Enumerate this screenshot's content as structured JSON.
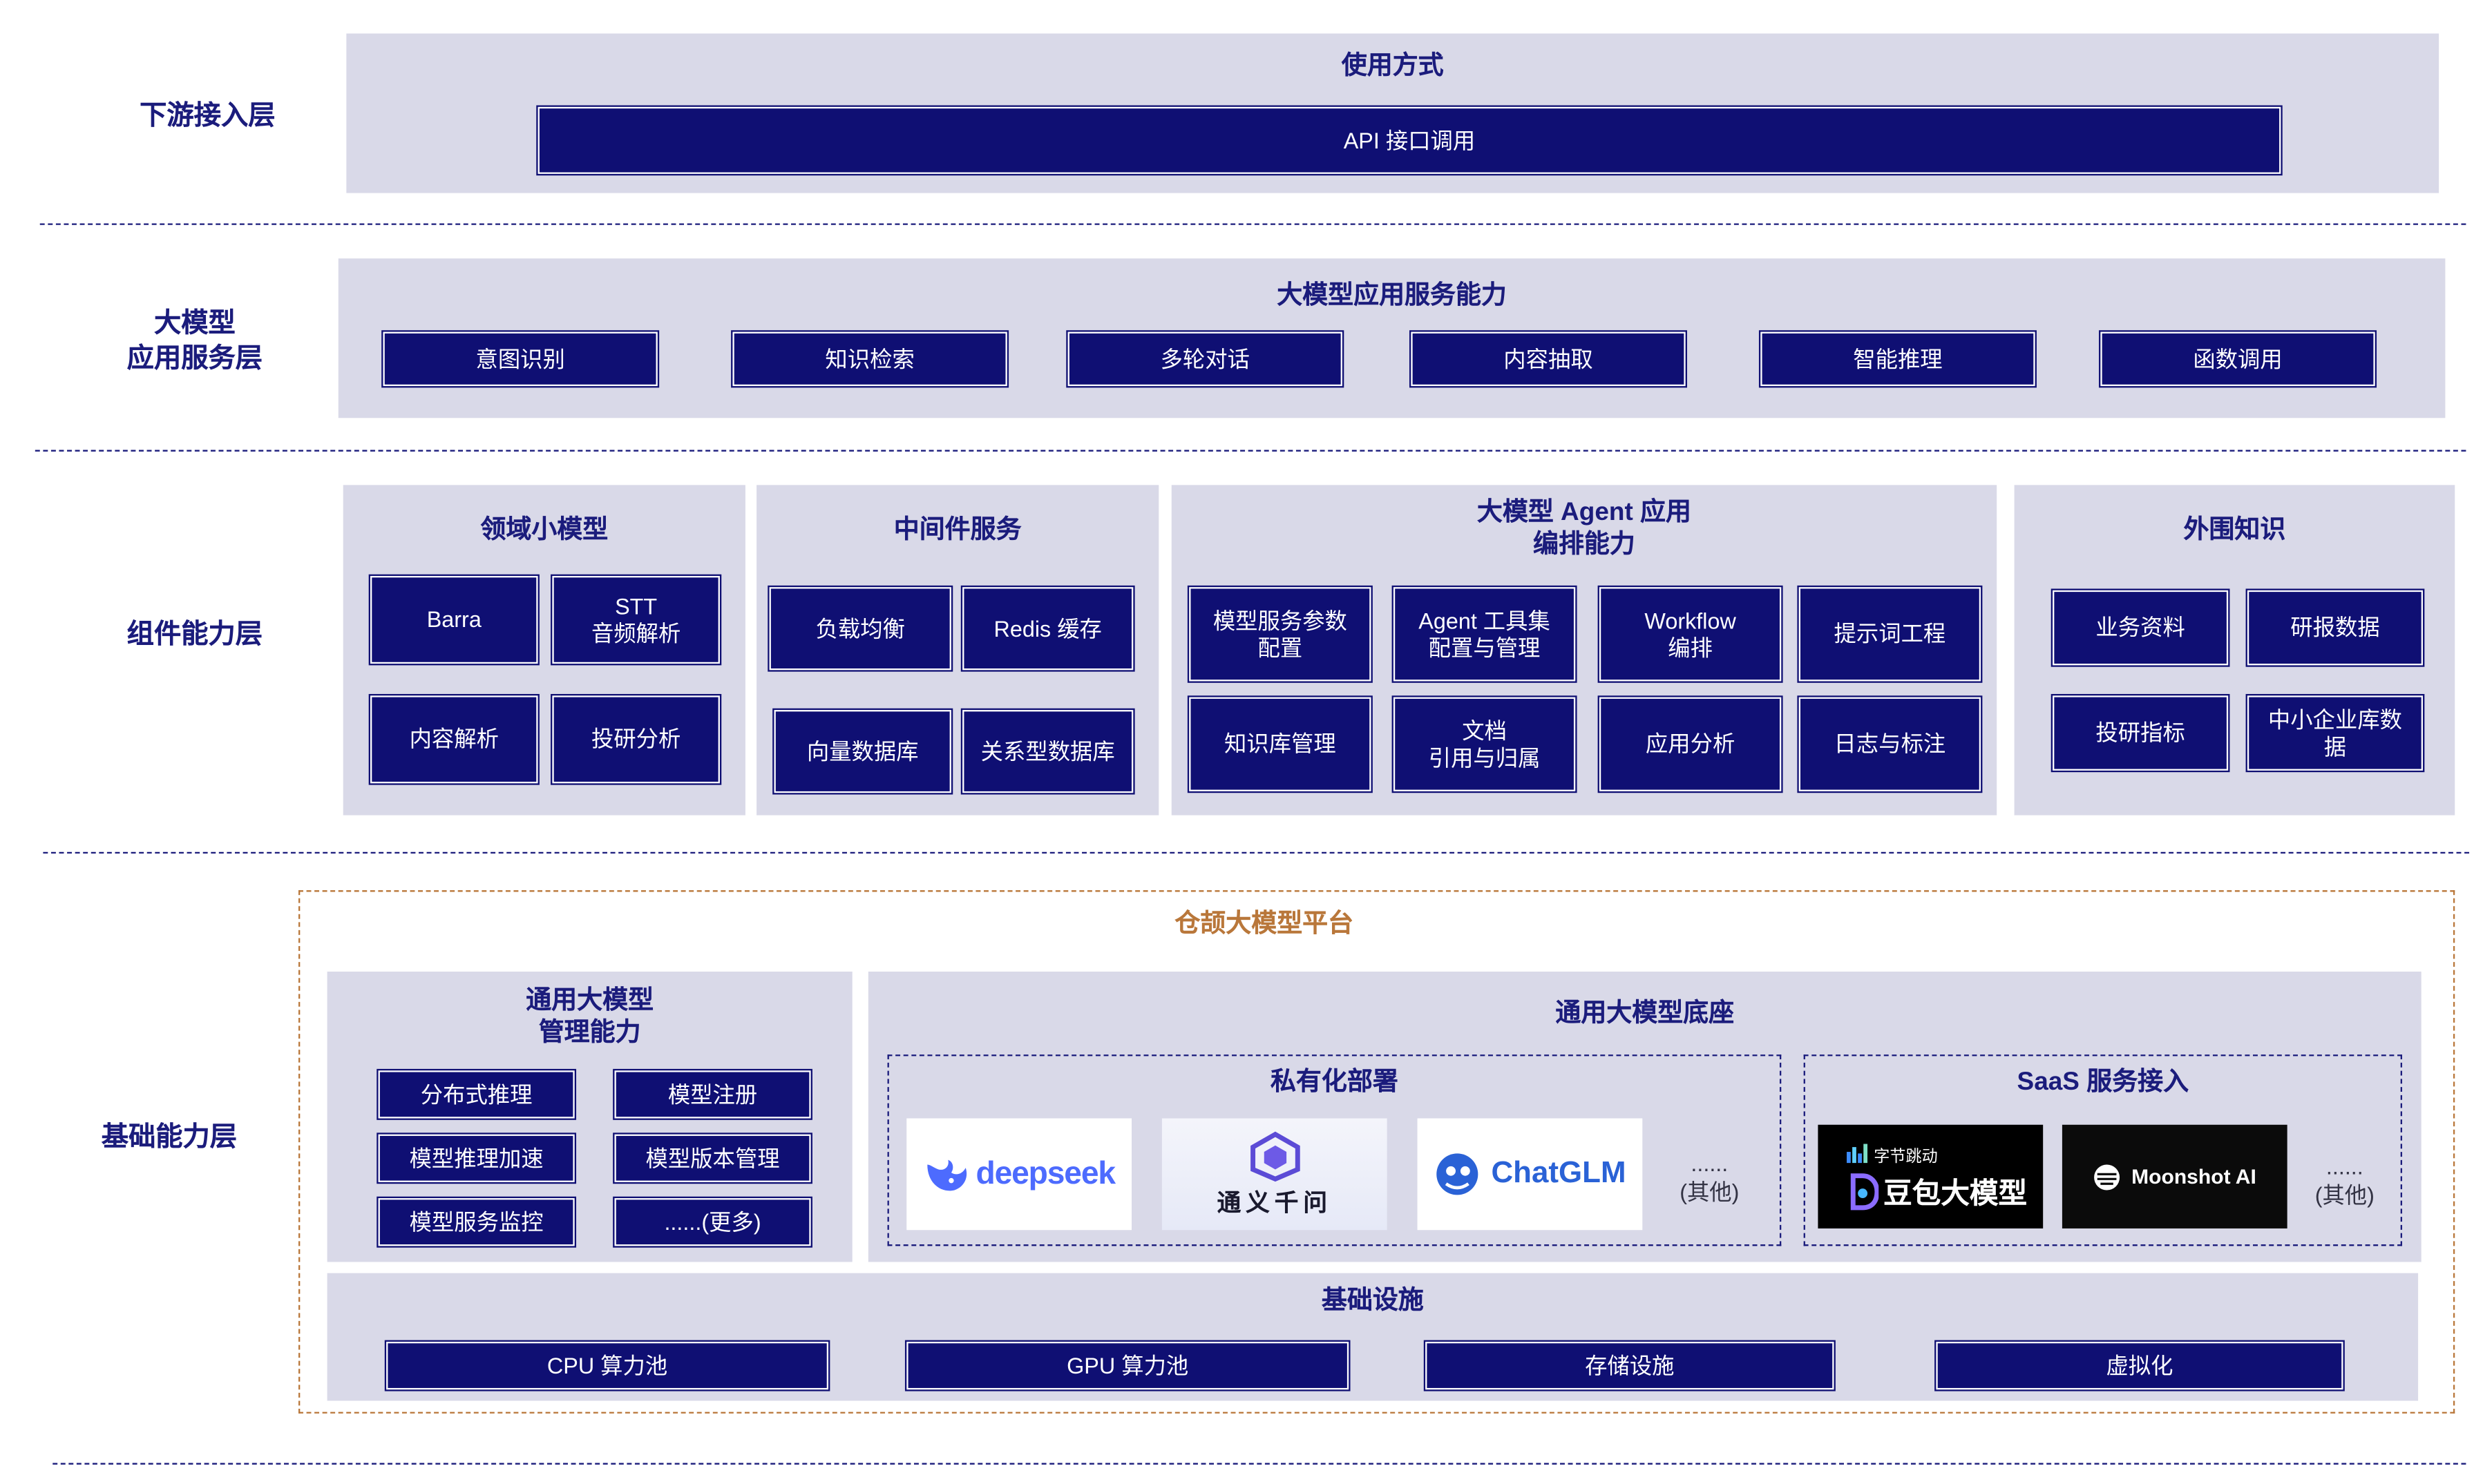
{
  "layers": {
    "downstream": "下游接入层",
    "app_service": "大模型\n应用服务层",
    "component": "组件能力层",
    "foundation": "基础能力层"
  },
  "usage": {
    "title": "使用方式",
    "api": "API 接口调用"
  },
  "app_service": {
    "title": "大模型应用服务能力",
    "items": [
      "意图识别",
      "知识检索",
      "多轮对话",
      "内容抽取",
      "智能推理",
      "函数调用"
    ]
  },
  "domain_models": {
    "title": "领域小模型",
    "items": [
      "Barra",
      "STT\n音频解析",
      "内容解析",
      "投研分析"
    ]
  },
  "middleware": {
    "title": "中间件服务",
    "items": [
      "负载均衡",
      "Redis 缓存",
      "向量数据库",
      "关系型数据库"
    ]
  },
  "agent": {
    "title": "大模型 Agent 应用\n编排能力",
    "items": [
      "模型服务参数\n配置",
      "Agent 工具集\n配置与管理",
      "Workflow\n编排",
      "提示词工程",
      "知识库管理",
      "文档\n引用与归属",
      "应用分析",
      "日志与标注"
    ]
  },
  "external": {
    "title": "外围知识",
    "items": [
      "业务资料",
      "研报数据",
      "投研指标",
      "中小企业库数\n据"
    ]
  },
  "platform": {
    "title": "仓颉大模型平台",
    "management": {
      "title": "通用大模型\n管理能力",
      "items": [
        "分布式推理",
        "模型注册",
        "模型推理加速",
        "模型版本管理",
        "模型服务监控",
        "......(更多)"
      ]
    },
    "base": {
      "title": "通用大模型底座",
      "private": {
        "title": "私有化部署",
        "logos": [
          "deepseek",
          "通义千问",
          "ChatGLM"
        ],
        "more": "......\n(其他)"
      },
      "saas": {
        "title": "SaaS 服务接入",
        "logos": [
          "字节跳动",
          "豆包大模型",
          "Moonshot AI"
        ],
        "more": "......\n(其他)"
      }
    },
    "infra": {
      "title": "基础设施",
      "items": [
        "CPU 算力池",
        "GPU 算力池",
        "存储设施",
        "虚拟化"
      ]
    }
  },
  "colors": {
    "navy": "#0f0f73",
    "panel": "#d9d9e8",
    "label": "#1b1c7c",
    "platform_accent": "#b9773a"
  },
  "icons": [
    "deepseek-whale-icon",
    "qwen-star-icon",
    "chatglm-icon",
    "bytedance-bars-icon",
    "doubao-icon",
    "moonshot-icon"
  ]
}
